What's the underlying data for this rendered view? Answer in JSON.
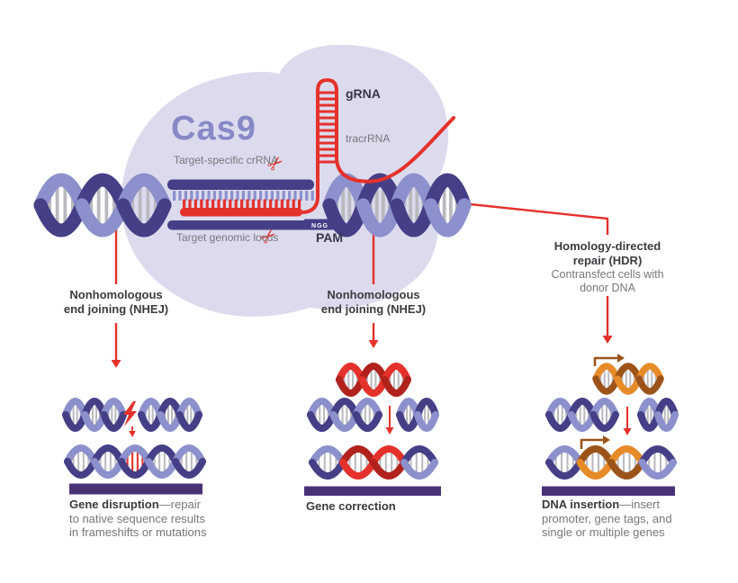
{
  "colors": {
    "blob": "#dcdbee",
    "purple_dark": "#453f87",
    "purple_light": "#8c90cc",
    "red": "#e5312b",
    "red_dark": "#b1221d",
    "orange": "#e78a28",
    "orange_dark": "#9c531a",
    "rung_gray": "#b9b9bf",
    "bar_purple": "#4a3277",
    "text_dark": "#3b3b40",
    "text_gray": "#76777a",
    "text_navy": "#36364a",
    "cas9_text": "#8689c6"
  },
  "icons": {
    "scissors": "✂"
  },
  "complex": {
    "cas9_label": "Cas9",
    "grna_label": "gRNA",
    "tracrrna_label": "tracrRNA",
    "crrna_label": "Target-specific crRNA",
    "locus_label": "Target genomic locus",
    "pam_label": "PAM",
    "ngg_label": "NGG"
  },
  "pathways": {
    "nhej_left": {
      "line1": "Nonhomologous",
      "line2": "end joining (NHEJ)"
    },
    "nhej_mid": {
      "line1": "Nonhomologous",
      "line2": "end joining (NHEJ)"
    },
    "hdr": {
      "line1": "Homology-directed",
      "line2": "repair (HDR)",
      "sub1": "Contransfect cells with",
      "sub2": "donor DNA"
    }
  },
  "outcomes": {
    "left": {
      "bold": "Gene disruption",
      "rest": "—repair",
      "line2": "to native sequence results",
      "line3": "in frameshifts or mutations"
    },
    "mid": {
      "bold": "Gene correction",
      "rest": "",
      "line2": "",
      "line3": ""
    },
    "right": {
      "bold": "DNA insertion",
      "rest": "—insert",
      "line2": "promoter, gene tags, and",
      "line3": "single or multiple genes"
    }
  }
}
